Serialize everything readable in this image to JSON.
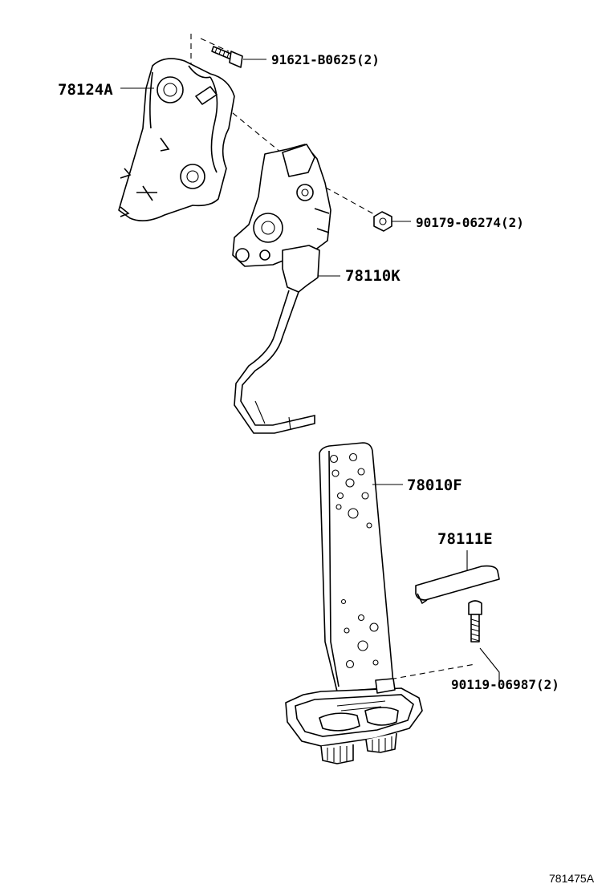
{
  "parts": {
    "bracket": "78124A",
    "bolt_top": "91621-B0625(2)",
    "nut": "90179-06274(2)",
    "sensor_lever": "78110K",
    "pedal": "78010F",
    "pad": "78111E",
    "bolt_bottom": "90119-06987(2)"
  },
  "figure_number": "781475A"
}
